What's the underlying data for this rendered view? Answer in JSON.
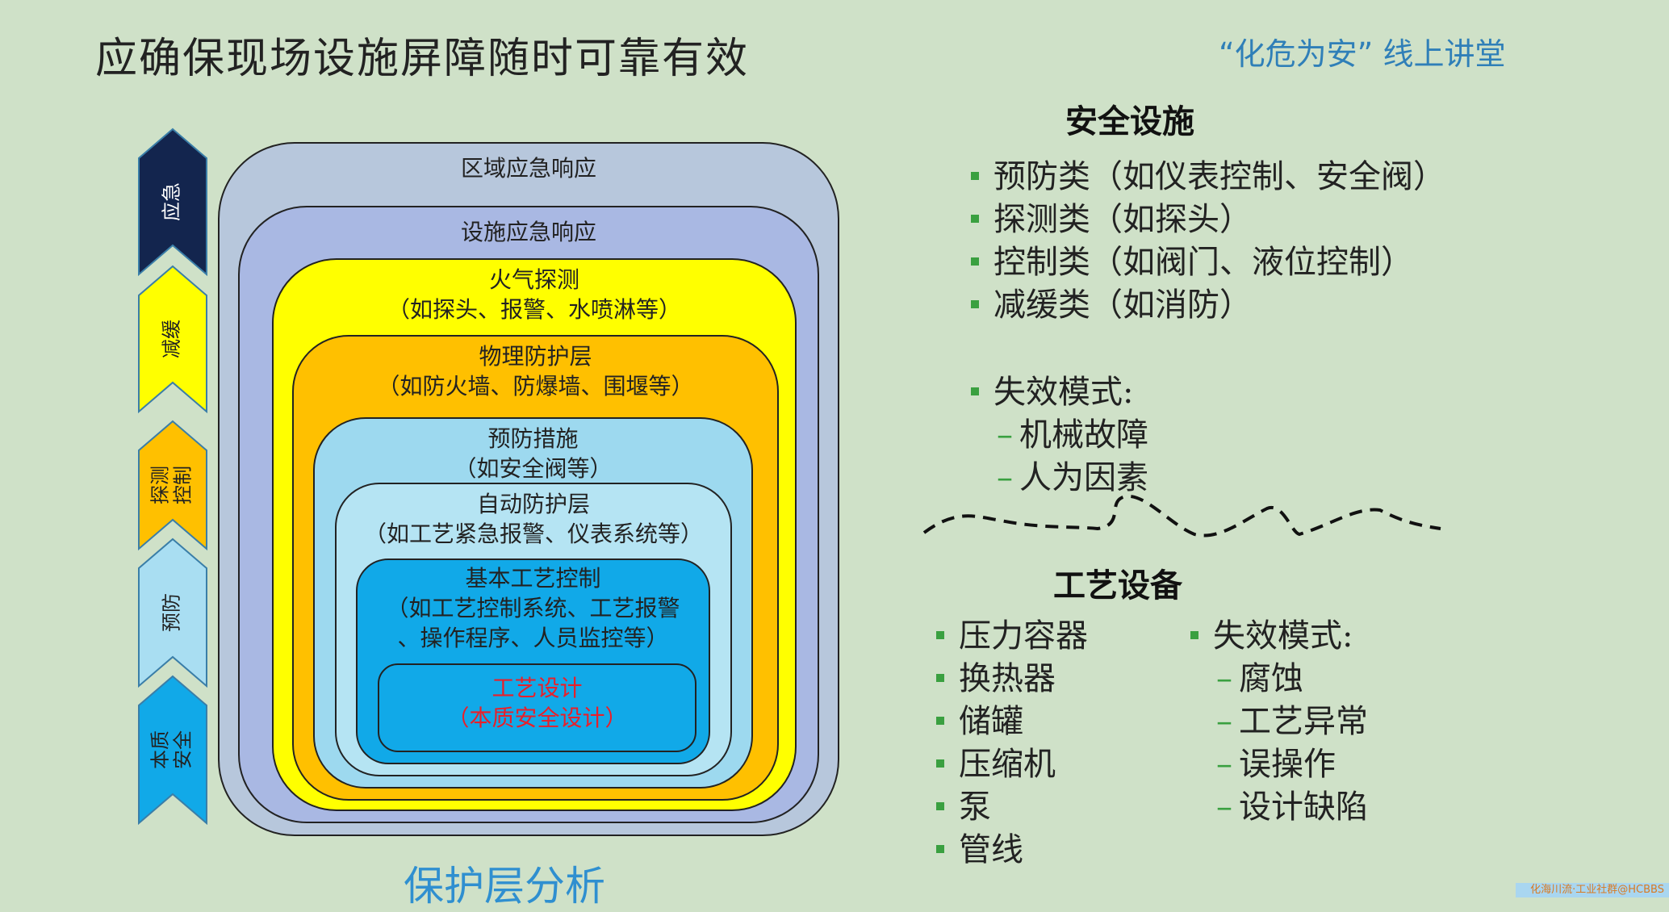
{
  "header": {
    "title": "应确保现场设施屏障随时可靠有效",
    "subtitle": "“化危为安” 线上讲堂"
  },
  "diagram": {
    "layers": [
      {
        "line1": "区域应急响应",
        "line2": "",
        "fill": "#b7c7dc"
      },
      {
        "line1": "设施应急响应",
        "line2": "",
        "fill": "#a9b8e3"
      },
      {
        "line1": "火气探测",
        "line2": "（如探头、报警、水喷淋等）",
        "fill": "#ffff00"
      },
      {
        "line1": "物理防护层",
        "line2": "（如防火墙、防爆墙、围堰等）",
        "fill": "#ffc000"
      },
      {
        "line1": "预防措施",
        "line2": "（如安全阀等）",
        "fill": "#9dd9ef"
      },
      {
        "line1": "自动防护层",
        "line2": "（如工艺紧急报警、仪表系统等）",
        "fill": "#b5e4f3"
      },
      {
        "line1": "基本工艺控制",
        "line2": "（如工艺控制系统、工艺报警",
        "line3": "、操作程序、人员监控等）",
        "fill": "#11a9e8"
      },
      {
        "line1": "工艺设计",
        "line2": "（本质安全设计）",
        "fill": "#11a9e8",
        "text_color": "#e8202a"
      }
    ],
    "side_arrows": [
      {
        "label": "应急",
        "fill": "#13254e",
        "text_color": "#ffffff"
      },
      {
        "label": "减缓",
        "fill": "#ffff00",
        "text_color": "#222222"
      },
      {
        "label": "探测 控制",
        "fill": "#ffc000",
        "text_color": "#222222"
      },
      {
        "label": "预防",
        "fill": "#a9def2",
        "text_color": "#222222"
      },
      {
        "label": "本质 安全",
        "fill": "#11a9e8",
        "text_color": "#222222"
      }
    ],
    "caption": "保护层分析"
  },
  "safety_facilities": {
    "heading": "安全设施",
    "items": [
      "预防类（如仪表控制、安全阀）",
      "探测类（如探头）",
      "控制类（如阀门、液位控制）",
      "减缓类（如消防）"
    ],
    "failure_title": "失效模式:",
    "failure_items": [
      "机械故障",
      "人为因素"
    ]
  },
  "process_equipment": {
    "heading": "工艺设备",
    "items": [
      "压力容器",
      "换热器",
      "储罐",
      "压缩机",
      "泵",
      "管线"
    ],
    "failure_title": "失效模式:",
    "failure_items": [
      "腐蚀",
      "工艺异常",
      "误操作",
      "设计缺陷"
    ]
  },
  "watermark": "化海川流·工业社群@HCBBS",
  "colors": {
    "bullet": "#3aa040",
    "accent_blue": "#2f7fb8"
  }
}
